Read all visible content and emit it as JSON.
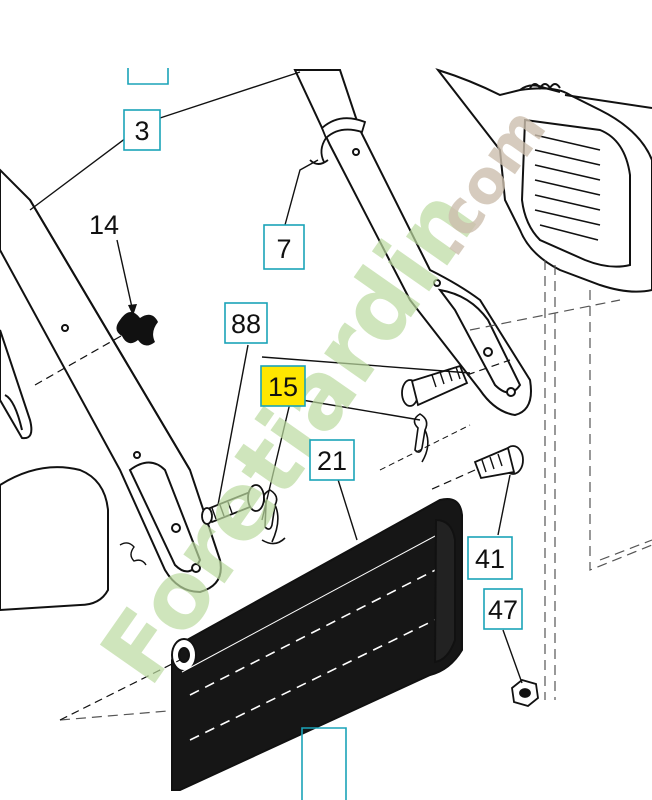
{
  "callouts": {
    "c3": "3",
    "c7": "7",
    "c14": "14",
    "c88": "88",
    "c15": "15",
    "c21": "21",
    "c41": "41",
    "c47": "47"
  },
  "watermark": {
    "main": "Foretjardin",
    "domain": ".com"
  },
  "colors": {
    "callout_border": "#1aa3b8",
    "highlight": "#ffe600",
    "watermark_green": "#bcdba0"
  }
}
